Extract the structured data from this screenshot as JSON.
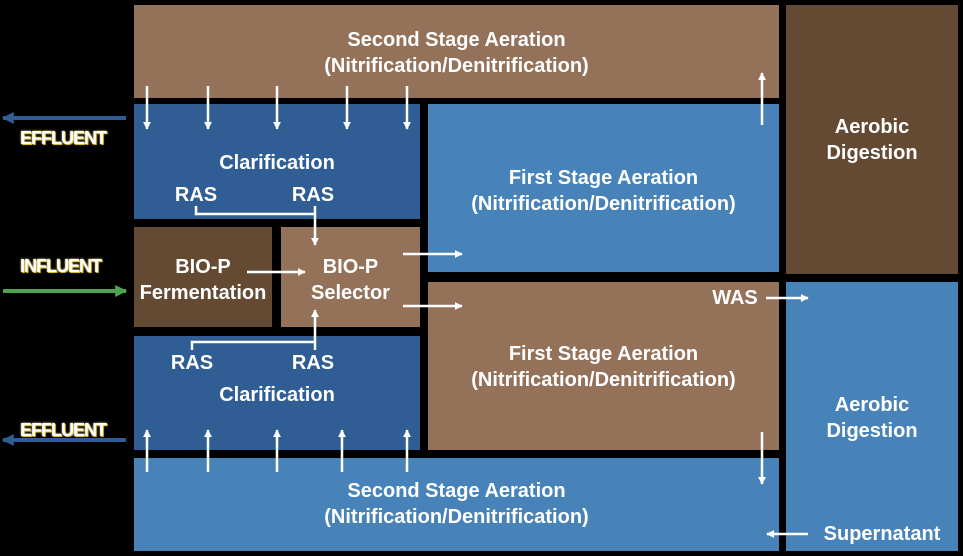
{
  "colors": {
    "brown_light": "#94725a",
    "brown_dark": "#644a33",
    "blue_dark": "#2f5d94",
    "blue_light": "#4783b8",
    "arrow_white": "#ffffff",
    "arrow_effluent": "#2f5d94",
    "arrow_influent": "#4ea352",
    "background": "#000000"
  },
  "blocks": {
    "second_stage_top": {
      "line1": "Second Stage Aeration",
      "line2": "(Nitrification/Denitrification)"
    },
    "aerobic_digestion_top": {
      "line1": "Aerobic",
      "line2": "Digestion"
    },
    "clarification_top": {
      "title": "Clarification",
      "ras_left": "RAS",
      "ras_right": "RAS"
    },
    "first_stage_top": {
      "line1": "First Stage Aeration",
      "line2": "(Nitrification/Denitrification)"
    },
    "biop_fermentation": {
      "line1": "BIO-P",
      "line2": "Fermentation"
    },
    "biop_selector": {
      "line1": "BIO-P",
      "line2": "Selector"
    },
    "first_stage_bottom": {
      "line1": "First Stage Aeration",
      "line2": "(Nitrification/Denitrification)"
    },
    "aerobic_digestion_bottom": {
      "line1": "Aerobic",
      "line2": "Digestion"
    },
    "clarification_bottom": {
      "title": "Clarification",
      "ras_left": "RAS",
      "ras_right": "RAS"
    },
    "second_stage_bottom": {
      "line1": "Second Stage Aeration",
      "line2": "(Nitrification/Denitrification)"
    }
  },
  "flows": {
    "effluent_top": "EFFLUENT",
    "influent": "INFLUENT",
    "effluent_bottom": "EFFLUENT",
    "was": "WAS",
    "supernatant": "Supernatant"
  }
}
